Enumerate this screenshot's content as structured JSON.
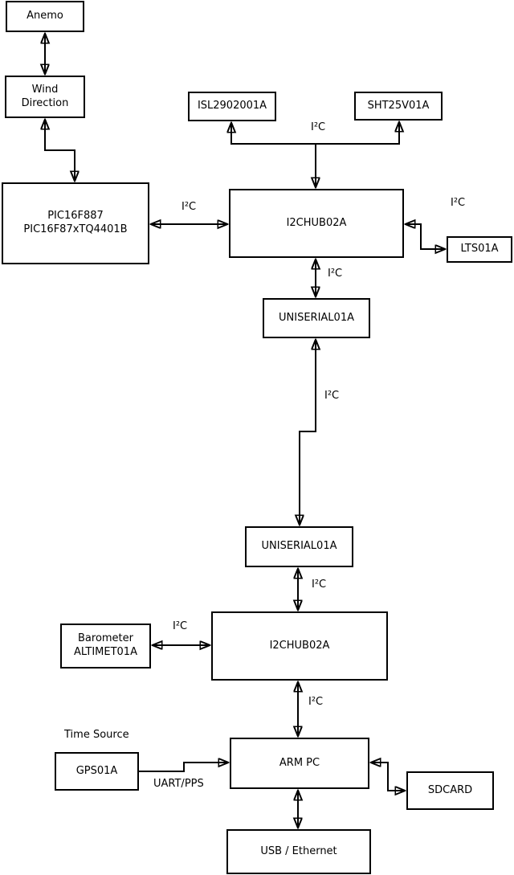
{
  "nodes": {
    "anemo": {
      "label": "Anemo"
    },
    "wind_direction": {
      "label": "Wind\nDirection"
    },
    "pic": {
      "label": "PIC16F887\nPIC16F87xTQ4401B"
    },
    "isl": {
      "label": "ISL2902001A"
    },
    "sht": {
      "label": "SHT25V01A"
    },
    "i2chub_top": {
      "label": "I2CHUB02A"
    },
    "lts": {
      "label": "LTS01A"
    },
    "uniserial_top": {
      "label": "UNISERIAL01A"
    },
    "uniserial_bottom": {
      "label": "UNISERIAL01A"
    },
    "i2chub_bottom": {
      "label": "I2CHUB02A"
    },
    "barometer": {
      "label": "Barometer\nALTIMET01A"
    },
    "gps": {
      "label": "GPS01A"
    },
    "arm_pc": {
      "label": "ARM PC"
    },
    "sdcard": {
      "label": "SDCARD"
    },
    "usb_ethernet": {
      "label": "USB / Ethernet"
    }
  },
  "edge_labels": {
    "i2c": "I²C",
    "uart_pps": "UART/PPS",
    "time_source": "Time Source"
  },
  "colors": {
    "line": "#000000",
    "background": "#ffffff",
    "text": "#000000"
  }
}
